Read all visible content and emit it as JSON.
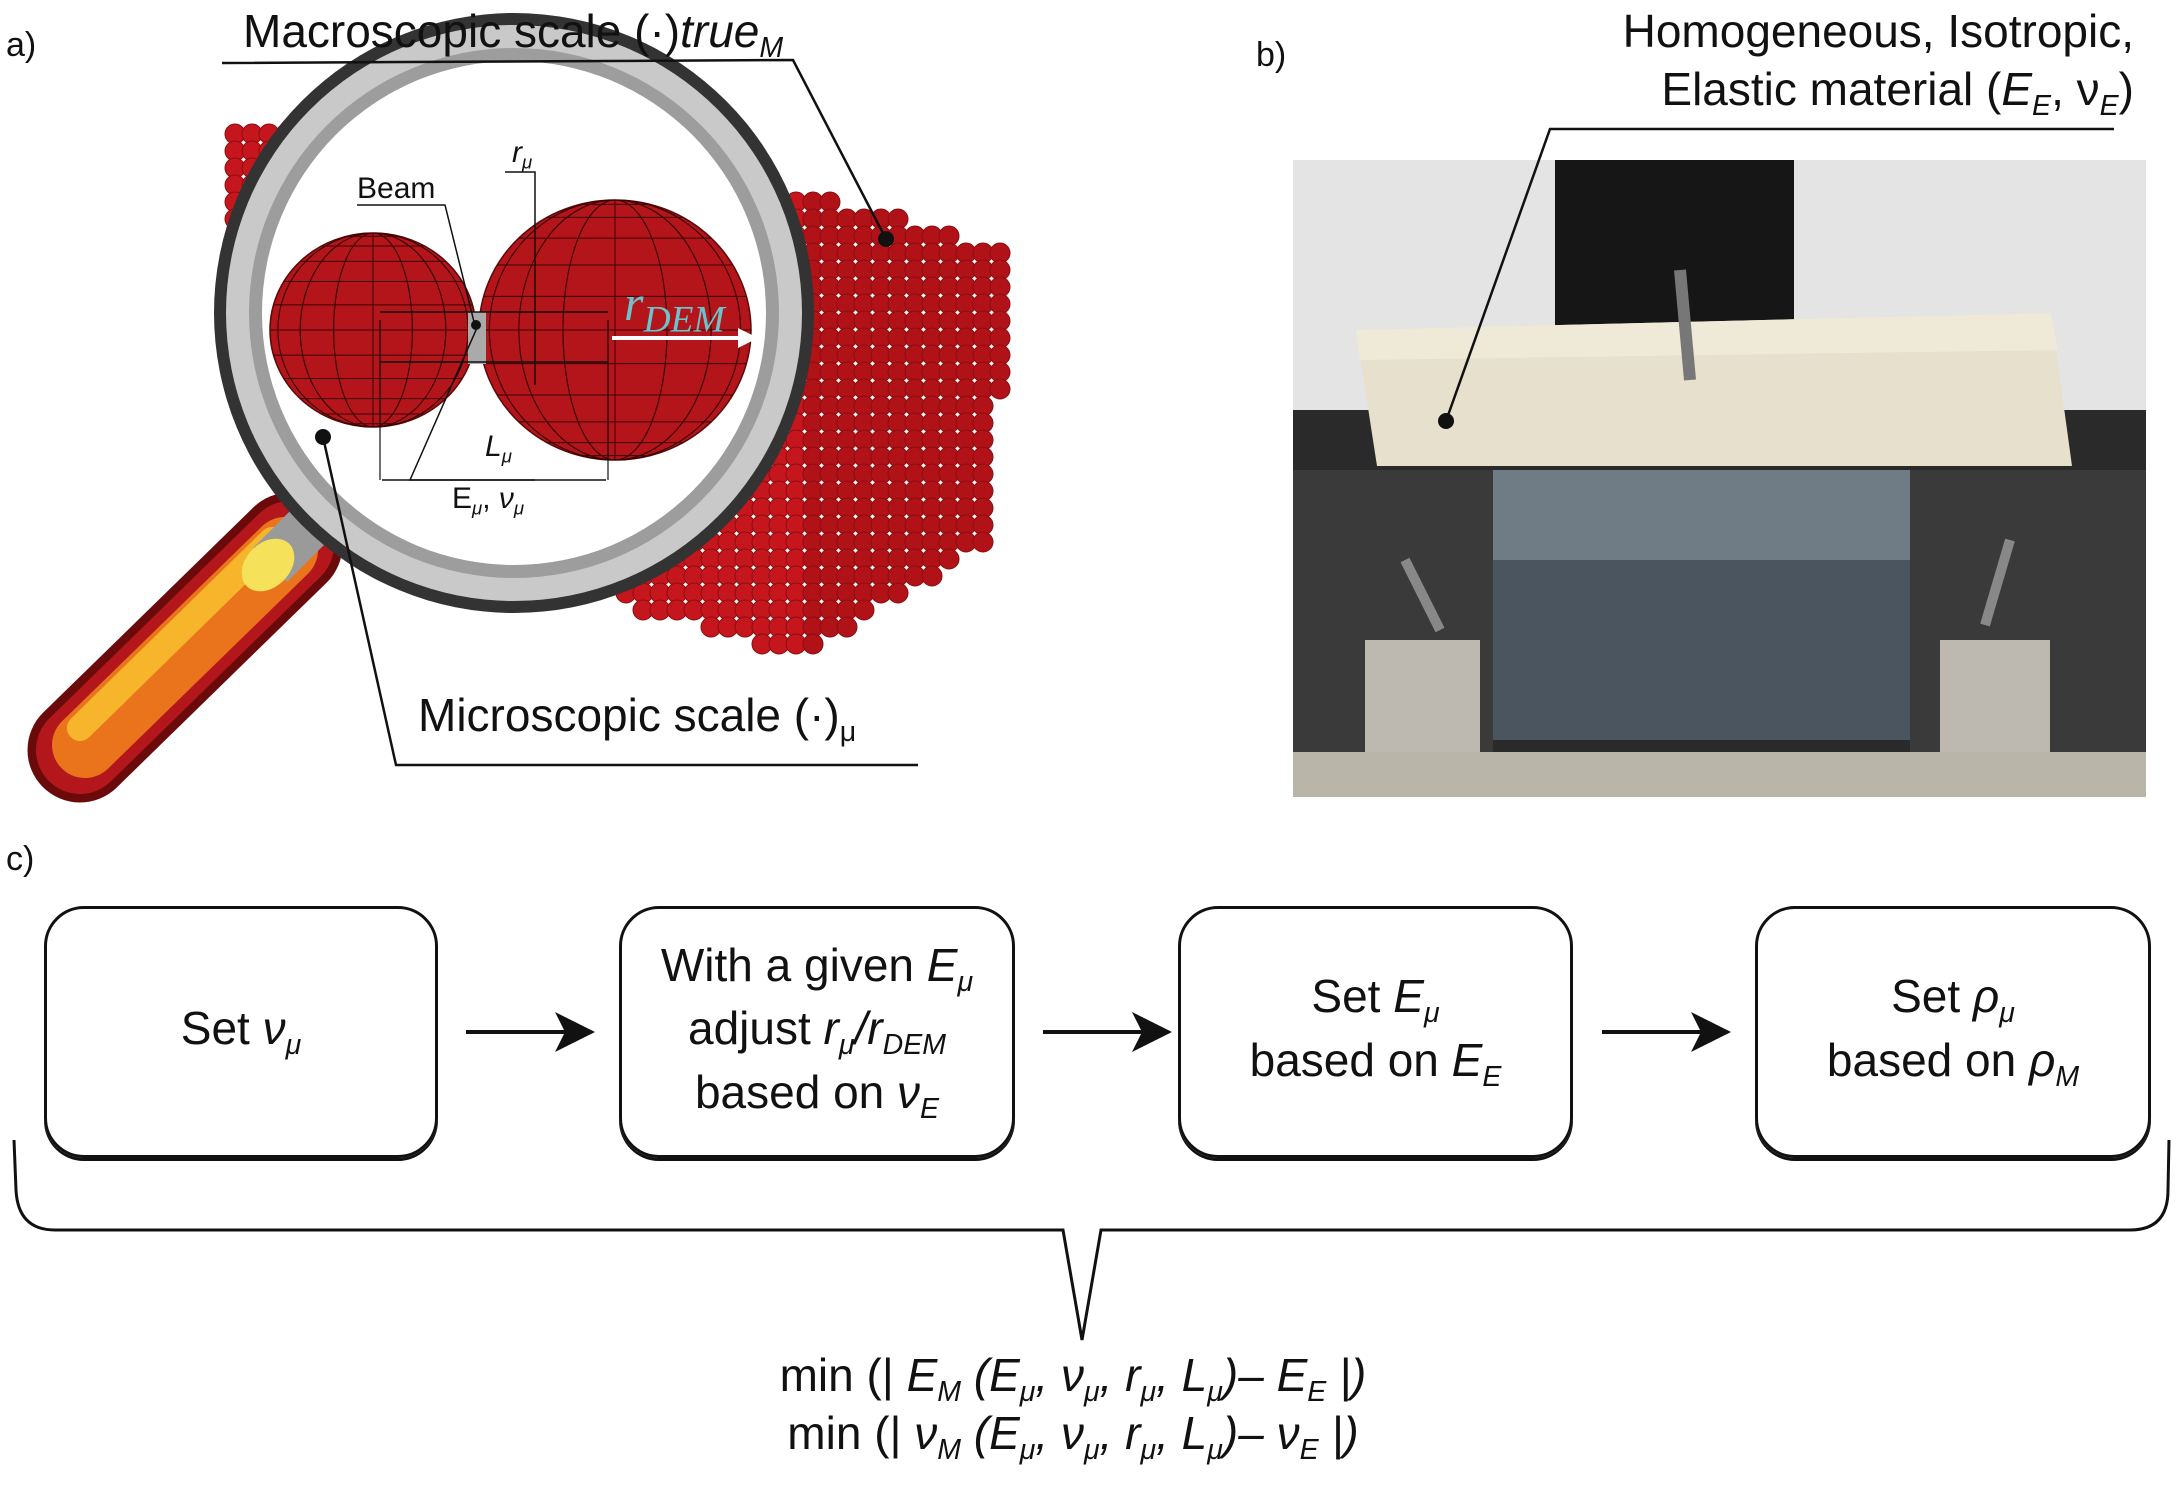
{
  "panel_a": {
    "label": "a)",
    "macro_title": [
      "Macroscopic scale (·)",
      {
        "sub": "M",
        "i": true
      }
    ],
    "micro_title": [
      "Microscopic scale (·)",
      {
        "sub": "μ"
      }
    ],
    "beam_label": "Beam",
    "r_mu": [
      {
        "i": "r",
        "sub": "μ"
      }
    ],
    "r_dem": [
      {
        "i": "r",
        "sub": "DEM"
      }
    ],
    "l_mu": [
      {
        "i": "L",
        "sub": "μ"
      }
    ],
    "e_nu": [
      {
        "t": "E",
        "sub": "μ"
      },
      ", ",
      {
        "i": "ν",
        "sub": "μ"
      }
    ],
    "colors": {
      "particles": "#c4161c",
      "r_dem": "#6cc3cc",
      "handle": "#f29a1f",
      "handle_rim": "#7a0e0e"
    }
  },
  "panel_b": {
    "label": "b)",
    "title_line1": [
      "Homogeneous, Isotropic,"
    ],
    "title_line2": [
      "Elastic material (",
      {
        "i": "E",
        "sub": "E"
      },
      ", ",
      {
        "t": "ν",
        "sub": "E"
      },
      ")"
    ]
  },
  "panel_c": {
    "label": "c)",
    "steps": [
      {
        "lines": [
          [
            "Set ",
            {
              "i": "ν",
              "sub": "μ"
            }
          ]
        ]
      },
      {
        "lines": [
          [
            "With a given ",
            {
              "i": "E",
              "sub": "μ"
            }
          ],
          [
            "adjust ",
            {
              "i": "r",
              "sub": "μ"
            },
            {
              "i": "/r",
              "sub": "DEM"
            }
          ],
          [
            "based on ",
            {
              "i": "ν",
              "sub": "E"
            }
          ]
        ]
      },
      {
        "lines": [
          [
            "Set ",
            {
              "i": "E",
              "sub": "μ"
            }
          ],
          [
            "based on ",
            {
              "i": "E",
              "sub": "E"
            }
          ]
        ]
      },
      {
        "lines": [
          [
            "Set ",
            {
              "i": "ρ",
              "sub": "μ"
            }
          ],
          [
            "based on ",
            {
              "i": "ρ",
              "sub": "M"
            }
          ]
        ]
      }
    ],
    "formulas": [
      [
        "min (| ",
        {
          "i": "E",
          "sub": "M"
        },
        {
          "i": " (E",
          "sub": "μ"
        },
        {
          "i": ", ν",
          "sub": "μ"
        },
        {
          "i": ", r",
          "sub": "μ"
        },
        {
          "i": ", L",
          "sub": "μ"
        },
        {
          "i": ")– E",
          "sub": "E"
        },
        {
          "i": " |)"
        }
      ],
      [
        "min (| ",
        {
          "i": "ν",
          "sub": "M"
        },
        {
          "i": " (E",
          "sub": "μ"
        },
        {
          "i": ", ν",
          "sub": "μ"
        },
        {
          "i": ", r",
          "sub": "μ"
        },
        {
          "i": ", L",
          "sub": "μ"
        },
        {
          "i": ")– ν",
          "sub": "E"
        },
        {
          "i": " |)"
        }
      ]
    ]
  }
}
